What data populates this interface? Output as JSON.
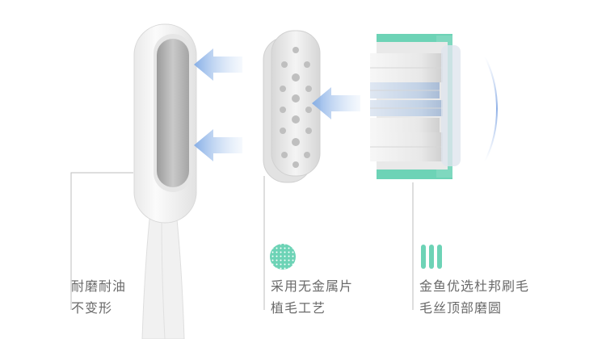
{
  "features": [
    {
      "line1": "耐磨耐油",
      "line2": "不变形",
      "icon": "none"
    },
    {
      "line1": "采用无金属片",
      "line2": "植毛工艺",
      "icon": "dotted-circle-icon"
    },
    {
      "line1": "金鱼优选杜邦刷毛",
      "line2": "毛丝顶部磨圆",
      "icon": "bristle-bars-icon"
    }
  ],
  "colors": {
    "accent": "#6dd3b6",
    "arrow": "#a9c6ee",
    "text": "#6a6a6a",
    "leader": "#bdbdbd"
  }
}
